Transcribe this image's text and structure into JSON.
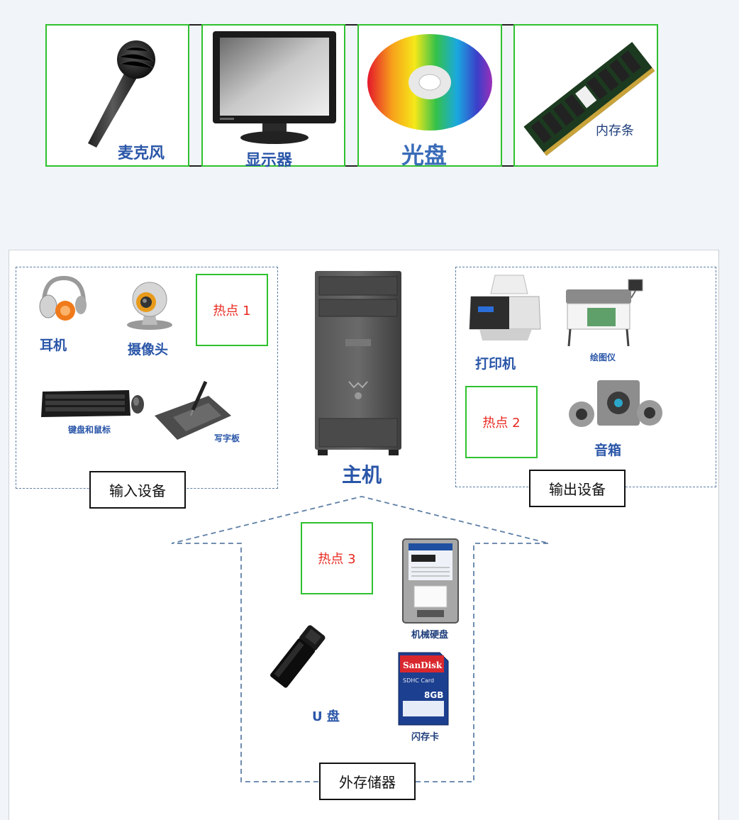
{
  "cards": [
    {
      "label": "麦克风",
      "icon": "microphone-icon"
    },
    {
      "label": "显示器",
      "icon": "monitor-icon"
    },
    {
      "label": "光盘",
      "icon": "cd-icon"
    },
    {
      "label": "内存条",
      "icon": "ram-icon"
    }
  ],
  "host": {
    "label": "主机",
    "icon": "computer-tower-icon"
  },
  "input_group": {
    "label": "输入设备",
    "hotspot": "热点 1",
    "devices": {
      "headphones": "耳机",
      "webcam": "摄像头",
      "keyboard_mouse": "键盘和鼠标",
      "tablet": "写字板"
    }
  },
  "output_group": {
    "label": "输出设备",
    "hotspot": "热点 2",
    "devices": {
      "printer": "打印机",
      "plotter": "绘图仪",
      "speakers": "音箱"
    }
  },
  "storage_group": {
    "label": "外存储器",
    "hotspot": "热点 3",
    "devices": {
      "hdd": "机械硬盘",
      "usb": "U 盘",
      "sdcard": "闪存卡"
    },
    "sdcard_text": {
      "brand": "SanDisk",
      "type": "SDHC Card",
      "capacity": "8GB"
    }
  },
  "colors": {
    "accent_green": "#2fc12f",
    "label_blue": "#2a56a8",
    "hotspot_red": "#e8281e",
    "dash_blue": "#5e7fa5"
  }
}
